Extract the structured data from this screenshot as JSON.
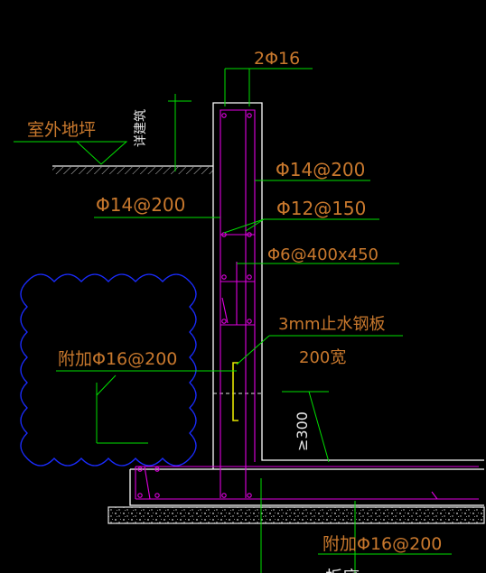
{
  "drawing": {
    "colors": {
      "background": "#000000",
      "wall_outline": "#ffffff",
      "rebar": "#e000e0",
      "leader": "#00e000",
      "annotation": "#c8782d",
      "revision_cloud": "#1a2cff",
      "waterstop": "#e6e600",
      "gravel": "#cfcfcf"
    },
    "labels": {
      "top_bars": "2Φ16",
      "outdoor_grade": "室外地坪",
      "see_architecture": "详建筑",
      "outer_bars": "Φ14@200",
      "inner_bars": "Φ14@200",
      "distribution_bars": "Φ12@150",
      "tie_bars": "Φ6@400x450",
      "waterstop_plate": "3mm止水钢板",
      "waterstop_width": "200宽",
      "additional_bars_wall": "附加Φ16@200",
      "min_height": "≥300",
      "additional_bars_slab": "附加Φ16@200",
      "bottom_partial": "板底"
    }
  }
}
